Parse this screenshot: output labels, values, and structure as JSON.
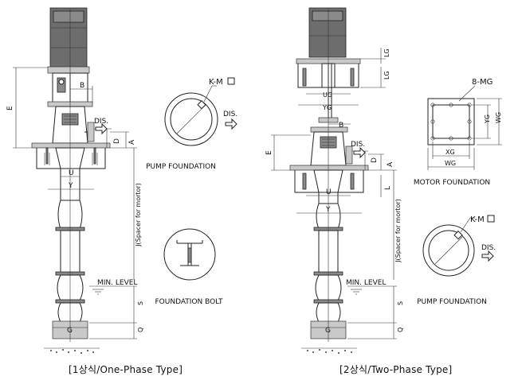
{
  "one_phase": {
    "caption": "[1상식/One-Phase Type]",
    "labels": {
      "B": "B",
      "E": "E",
      "D": "D",
      "A": "A",
      "U": "U",
      "Y": "Y",
      "J": "J(Spacer for mortor)",
      "S": "S",
      "Q": "Q",
      "G": "G",
      "dis": "DIS.",
      "min_level": "MIN. LEVEL"
    }
  },
  "two_phase": {
    "caption": "[2상식/Two-Phase Type]",
    "labels": {
      "LG1": "LG",
      "LG2": "LG",
      "UG": "UG",
      "YG": "YG",
      "B": "B",
      "E": "E",
      "D": "D",
      "A": "A",
      "L": "L",
      "U": "U",
      "Y": "Y",
      "J": "J(Spacer for mortor)",
      "S": "S",
      "Q": "Q",
      "G": "G",
      "dis": "DIS.",
      "min_level": "MIN. LEVEL"
    }
  },
  "pump_foundation_1": {
    "title": "PUMP FOUNDATION",
    "bolt": "K-M",
    "dis": "DIS."
  },
  "foundation_bolt": {
    "title": "FOUNDATION BOLT"
  },
  "motor_foundation": {
    "title": "MOTOR FOUNDATION",
    "bolt": "8-MG",
    "XG": "XG",
    "YG": "YG",
    "WG": "WG",
    "WG2": "WG"
  },
  "pump_foundation_2": {
    "title": "PUMP FOUNDATION",
    "bolt": "K-M",
    "dis": "DIS."
  }
}
